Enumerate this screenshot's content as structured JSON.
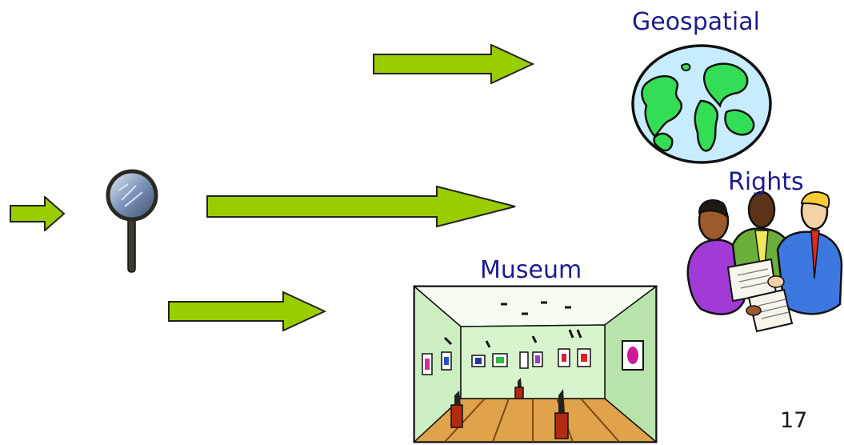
{
  "labels": {
    "geospatial": "Geospatial",
    "rights": "Rights",
    "museum": "Museum"
  },
  "page_number": "17",
  "colors": {
    "arrow_fill": "#9acd00",
    "label_text": "#1c1c8c",
    "globe_ocean": "#c8ecff",
    "globe_land": "#33dd55"
  },
  "icons": [
    "magnifying-glass-icon",
    "globe-icon",
    "people-meeting-icon",
    "museum-gallery-icon"
  ]
}
